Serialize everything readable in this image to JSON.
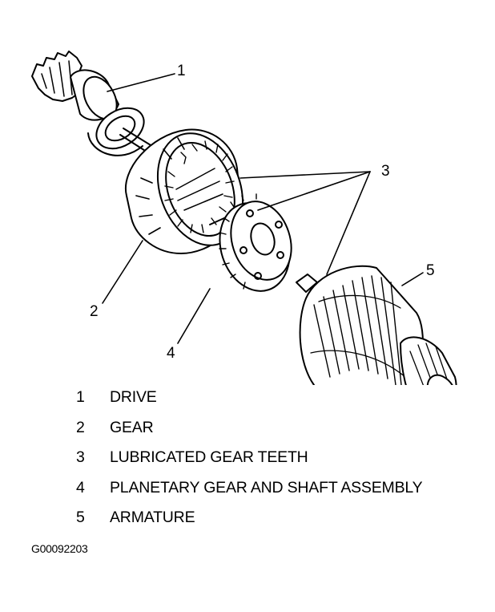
{
  "callouts": [
    "1",
    "2",
    "3",
    "4",
    "5"
  ],
  "legend": [
    {
      "number": "1",
      "label": "DRIVE"
    },
    {
      "number": "2",
      "label": "GEAR"
    },
    {
      "number": "3",
      "label": "LUBRICATED GEAR TEETH"
    },
    {
      "number": "4",
      "label": "PLANETARY GEAR AND SHAFT ASSEMBLY"
    },
    {
      "number": "5",
      "label": "ARMATURE"
    }
  ],
  "figure_id": "G00092203"
}
